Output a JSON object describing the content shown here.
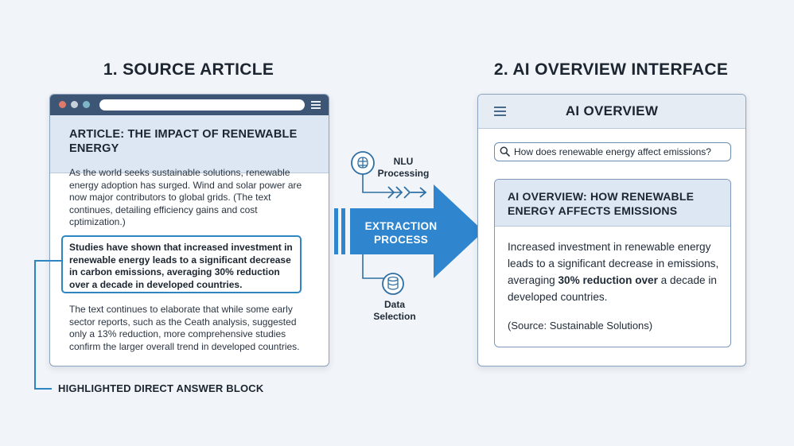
{
  "left": {
    "heading": "1. SOURCE ARTICLE",
    "article_title": "ARTICLE: THE IMPACT OF RENEWABLE ENERGY",
    "paragraph_1": "As the world seeks sustainable solutions, renewable energy adoption has surged. Wind and solar power are now major contributors to global grids. (The text continues, detailing efficiency gains and cost cptimization.)",
    "highlight": "Studies have shown that increased investment in renewable energy leads to a significant decrease in carbon emissions, averaging 30% reduction over a decade in developed countries.",
    "paragraph_2": "The text continues to elaborate that while some early sector reports, such as the Ceath analysis, suggested only a 13% reduction, more comprehensive studies confirm the larger overall trend in developed countries.",
    "callout": "HIGHLIGHTED DIRECT ANSWER BLOCK"
  },
  "flow": {
    "nlu_label": "NLU Processing",
    "data_label": "Data Selection",
    "arrow_line_1": "EXTRACTION",
    "arrow_line_2": "PROCESS"
  },
  "right": {
    "heading": "2. AI OVERVIEW INTERFACE",
    "panel_title": "AI OVERVIEW",
    "search_query": "How does renewable energy affect emissions?",
    "answer_title": "AI OVERVIEW: HOW RENEWABLE ENERGY AFFECTS EMISSIONS",
    "answer_prefix": "Increased investment in renewable energy leads to a significant decrease in emissions, averaging ",
    "answer_bold_1": "30% reduction",
    "answer_bold_2": "over",
    "answer_suffix": " a decade in developed countries.",
    "source": "(Source: Sustainable Solutions)"
  },
  "colors": {
    "accent": "#2e86c1",
    "browser_bar": "#3d5675",
    "header_fill": "#dce7f3",
    "arrow_fill": "#2f86cf"
  },
  "icons": [
    "hamburger-icon",
    "brain-icon",
    "database-icon",
    "search-icon",
    "chevron-arrows-icon"
  ]
}
